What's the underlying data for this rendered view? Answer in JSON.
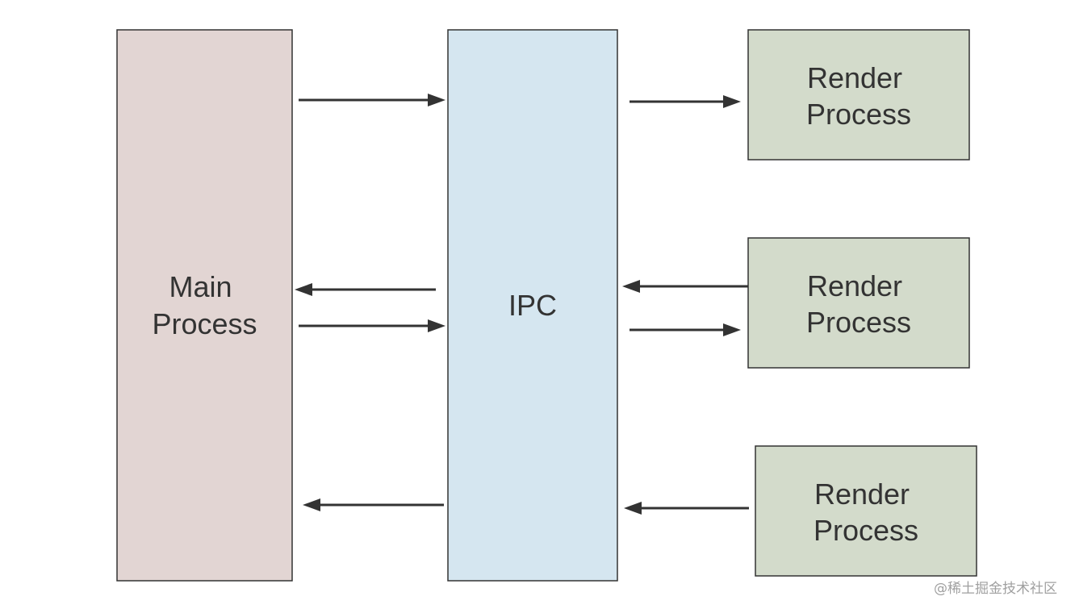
{
  "nodes": {
    "main": {
      "line1": "Main",
      "line2": "Process"
    },
    "ipc": {
      "label": "IPC"
    },
    "render_1": {
      "line1": "Render",
      "line2": "Process"
    },
    "render_2": {
      "line1": "Render",
      "line2": "Process"
    },
    "render_3": {
      "line1": "Render",
      "line2": "Process"
    }
  },
  "watermark": "@稀土掘金技术社区",
  "colors": {
    "main_fill": "#e2d5d3",
    "ipc_fill": "#d5e6f0",
    "render_fill": "#d3dbcb",
    "stroke": "#333333",
    "text": "#333333"
  }
}
